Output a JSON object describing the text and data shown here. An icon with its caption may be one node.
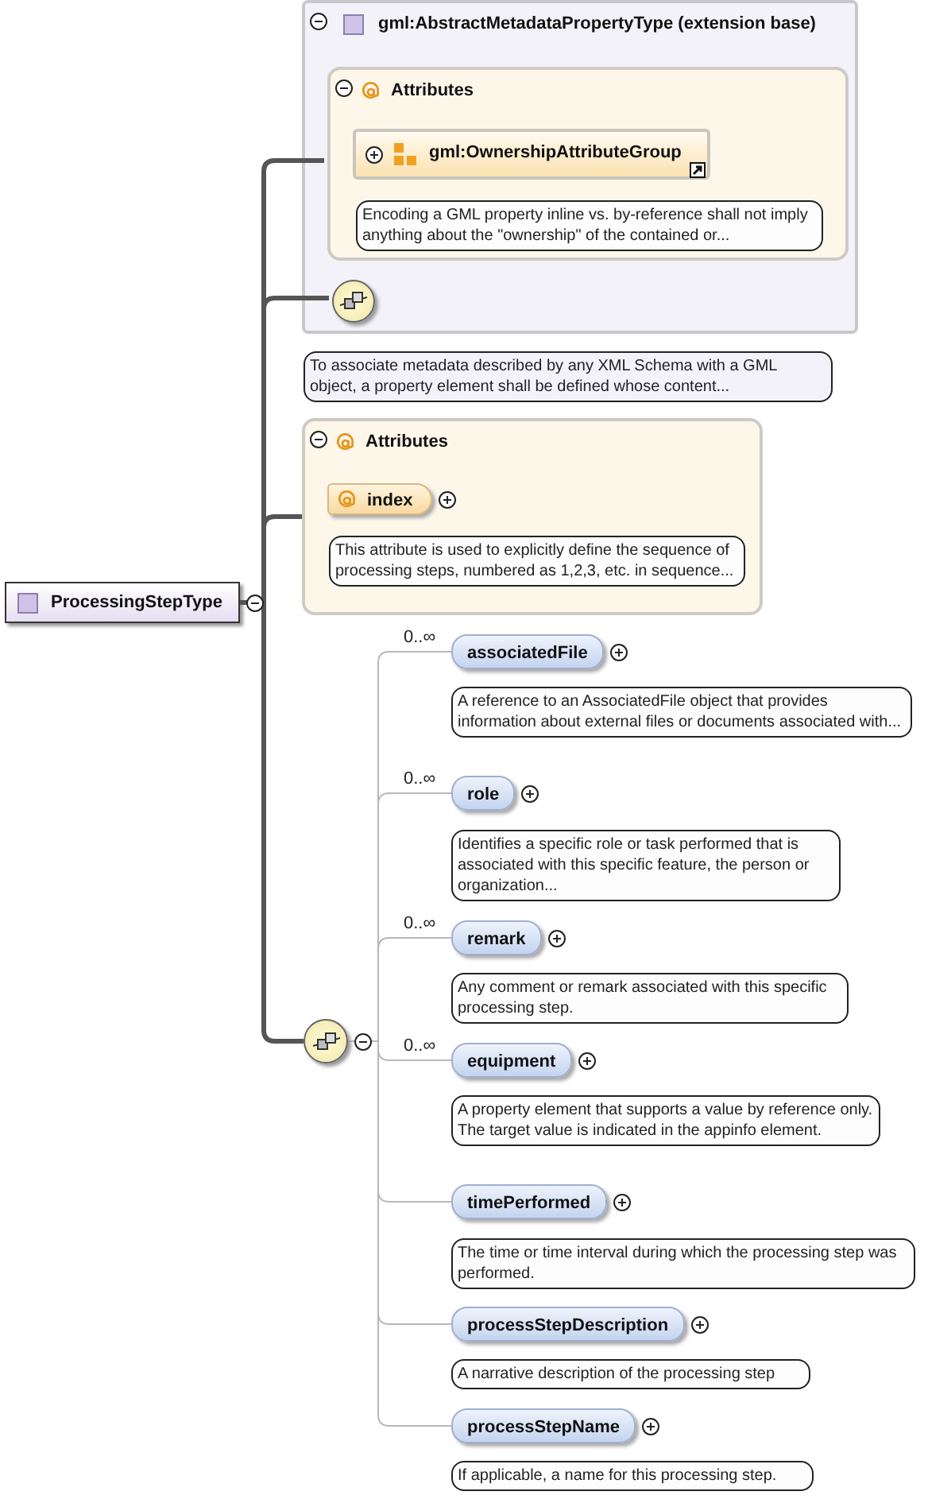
{
  "diagram": {
    "nodes": [
      {
        "text": [
          "ProcessingStepType"
        ]
      },
      {
        "text": [
          "gml:AbstractMetadataPropertyType (extension base)"
        ],
        "beside": [
          "To associate metadata described by any XML Schema with a GML object, a property element shall be defined whose content..."
        ]
      },
      {
        "text": [
          "Attributes"
        ],
        "in": 1
      },
      {
        "text": [
          "gml:OwnershipAttributeGroup"
        ],
        "in": 2,
        "beside": [
          "Encoding a GML property inline vs. by-reference shall not imply anything about the \"ownership\" of the contained or..."
        ]
      },
      {
        "text": [],
        "shape": "circle",
        "in": 1
      },
      {
        "text": [
          "Attributes"
        ]
      },
      {
        "text": [
          "index"
        ],
        "in": 5,
        "beside": [
          "This attribute is used to explicitly define the sequence of processing steps, numbered as 1,2,3, etc. in sequence..."
        ]
      },
      {
        "text": [],
        "shape": "circle"
      },
      {
        "text": [
          "associatedFile"
        ],
        "beside": [
          "A reference to an AssociatedFile object that provides information about external files or documents associated with..."
        ]
      },
      {
        "text": [
          "role"
        ],
        "beside": [
          "Identifies a specific role or task performed that is associated with this specific feature, the person or organization..."
        ]
      },
      {
        "text": [
          "remark"
        ],
        "beside": [
          "Any comment or remark associated with this specific processing step."
        ]
      },
      {
        "text": [
          "equipment"
        ],
        "beside": [
          "A property element that supports a value by reference only. The target value is indicated in the appinfo element."
        ]
      },
      {
        "text": [
          "timePerformed"
        ],
        "beside": [
          "The time or time interval during which the processing step was performed."
        ]
      },
      {
        "text": [
          "processStepDescription"
        ],
        "beside": [
          "A narrative description of the processing step"
        ]
      },
      {
        "text": [
          "processStepName"
        ],
        "beside": [
          "If applicable, a name for this processing step."
        ]
      }
    ],
    "edges": [
      {
        "from": 0,
        "to": 2,
        "arrow": "none",
        "style": "thick",
        "color": "#555555"
      },
      {
        "from": 0,
        "to": 4,
        "arrow": "none",
        "style": "thick",
        "color": "#555555"
      },
      {
        "from": 0,
        "to": 5,
        "arrow": "none",
        "style": "thick",
        "color": "#555555"
      },
      {
        "from": 0,
        "to": 7,
        "arrow": "none",
        "style": "thick",
        "color": "#555555"
      },
      {
        "from": 7,
        "to": 8,
        "arrow": "none",
        "label": "0..∞"
      },
      {
        "from": 7,
        "to": 9,
        "arrow": "none",
        "label": "0..∞"
      },
      {
        "from": 7,
        "to": 10,
        "arrow": "none",
        "label": "0..∞"
      },
      {
        "from": 7,
        "to": 11,
        "arrow": "none",
        "label": "0..∞"
      },
      {
        "from": 7,
        "to": 12,
        "arrow": "none"
      },
      {
        "from": 7,
        "to": 13,
        "arrow": "none"
      },
      {
        "from": 7,
        "to": 14,
        "arrow": "none"
      }
    ]
  }
}
